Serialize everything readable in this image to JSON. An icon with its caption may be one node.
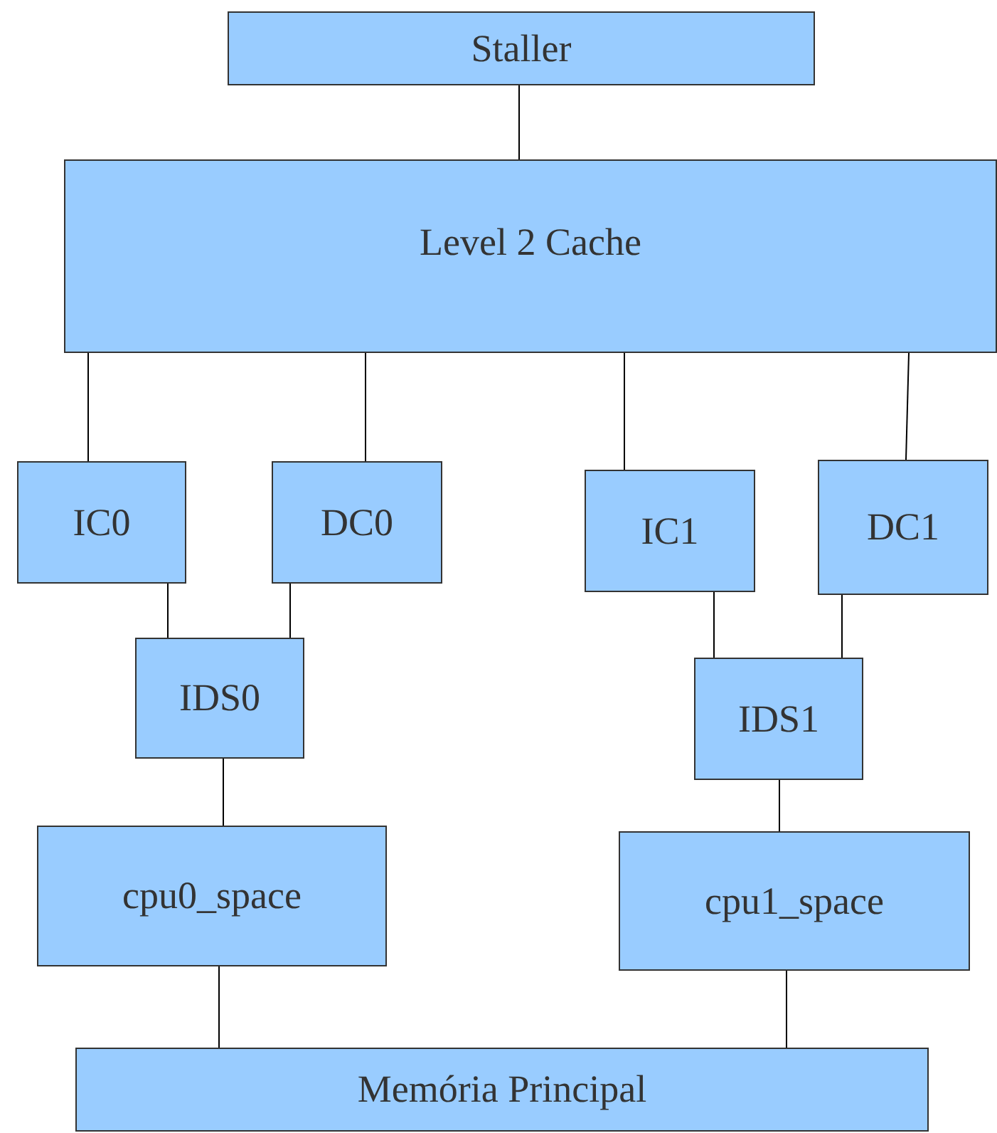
{
  "diagram": {
    "nodes": [
      {
        "text": [
          "Staller"
        ]
      },
      {
        "text": [
          "Level 2 Cache"
        ]
      },
      {
        "text": [
          "IC0"
        ]
      },
      {
        "text": [
          "DC0"
        ]
      },
      {
        "text": [
          "IC1"
        ]
      },
      {
        "text": [
          "DC1"
        ]
      },
      {
        "text": [
          "IDS0"
        ]
      },
      {
        "text": [
          "IDS1"
        ]
      },
      {
        "text": [
          "cpu0_space"
        ]
      },
      {
        "text": [
          "cpu1_space"
        ]
      },
      {
        "text": [
          "Memória Principal"
        ]
      }
    ],
    "edges": [
      {
        "from": 0,
        "to": 1,
        "arrow": "none"
      },
      {
        "from": 1,
        "to": 2,
        "arrow": "none"
      },
      {
        "from": 1,
        "to": 3,
        "arrow": "none"
      },
      {
        "from": 1,
        "to": 4,
        "arrow": "none"
      },
      {
        "from": 1,
        "to": 5,
        "arrow": "none"
      },
      {
        "from": 2,
        "to": 6,
        "arrow": "none"
      },
      {
        "from": 3,
        "to": 6,
        "arrow": "none"
      },
      {
        "from": 4,
        "to": 7,
        "arrow": "none"
      },
      {
        "from": 5,
        "to": 7,
        "arrow": "none"
      },
      {
        "from": 6,
        "to": 8,
        "arrow": "none"
      },
      {
        "from": 7,
        "to": 9,
        "arrow": "none"
      },
      {
        "from": 8,
        "to": 10,
        "arrow": "none"
      },
      {
        "from": 9,
        "to": 10,
        "arrow": "none"
      }
    ]
  }
}
